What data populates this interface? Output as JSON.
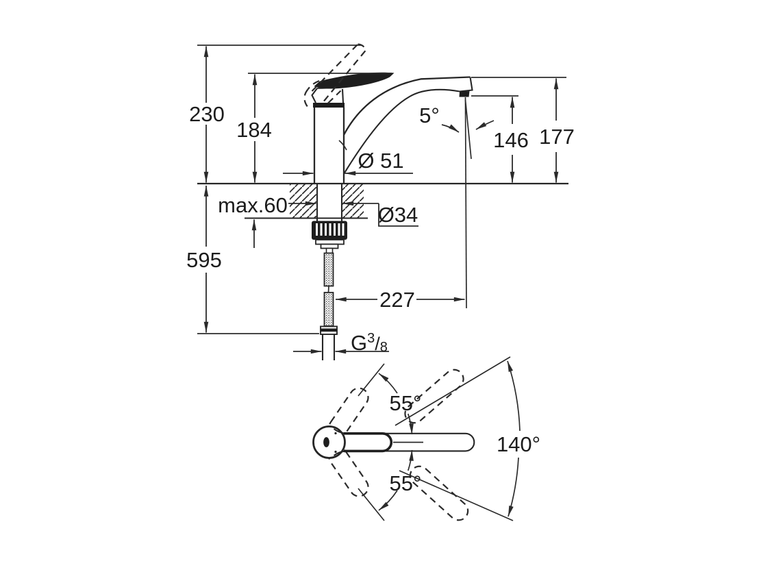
{
  "side_view": {
    "dim_230": "230",
    "dim_184": "184",
    "spout_angle": "5°",
    "dim_146": "146",
    "dim_177": "177",
    "body_diameter": "Ø 51",
    "max_counter_thickness": "max.60",
    "hole_diameter": "Ø34",
    "dim_595": "595",
    "dim_227": "227",
    "thread": {
      "g": "G",
      "num": "3",
      "slash": "/",
      "den": "8"
    }
  },
  "top_view": {
    "swivel_upper": "55°",
    "swivel_lower": "55°",
    "swivel_total": "140°"
  },
  "colors": {
    "line": "#2b2b2b",
    "text": "#1c1c1c",
    "background": "#ffffff"
  }
}
